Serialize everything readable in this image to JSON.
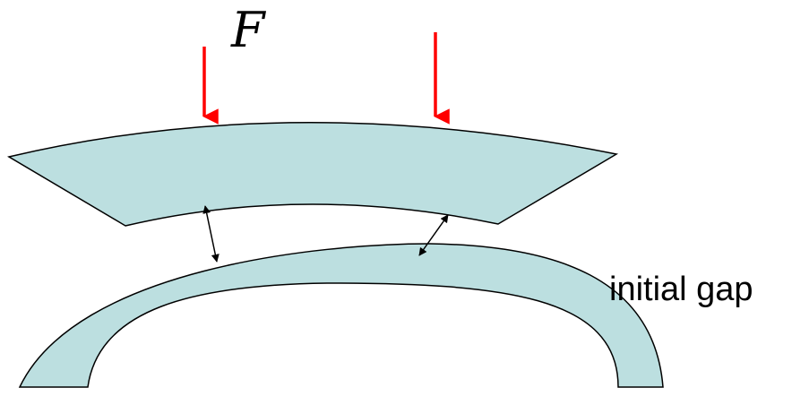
{
  "labels": {
    "force": "F",
    "gap": "initial gap"
  },
  "colors": {
    "body_fill": "#bcdfe0",
    "outline": "#000000",
    "force_arrow": "#ff0000",
    "text": "#000000",
    "gap_arrow": "#000000",
    "background": "#ffffff"
  },
  "parts": {
    "upper_body": "upper-contact-body",
    "lower_body": "lower-arch-body",
    "force_arrows": [
      "force-arrow-left",
      "force-arrow-right"
    ],
    "gap_arrows": [
      "gap-arrow-left",
      "gap-arrow-right"
    ]
  }
}
